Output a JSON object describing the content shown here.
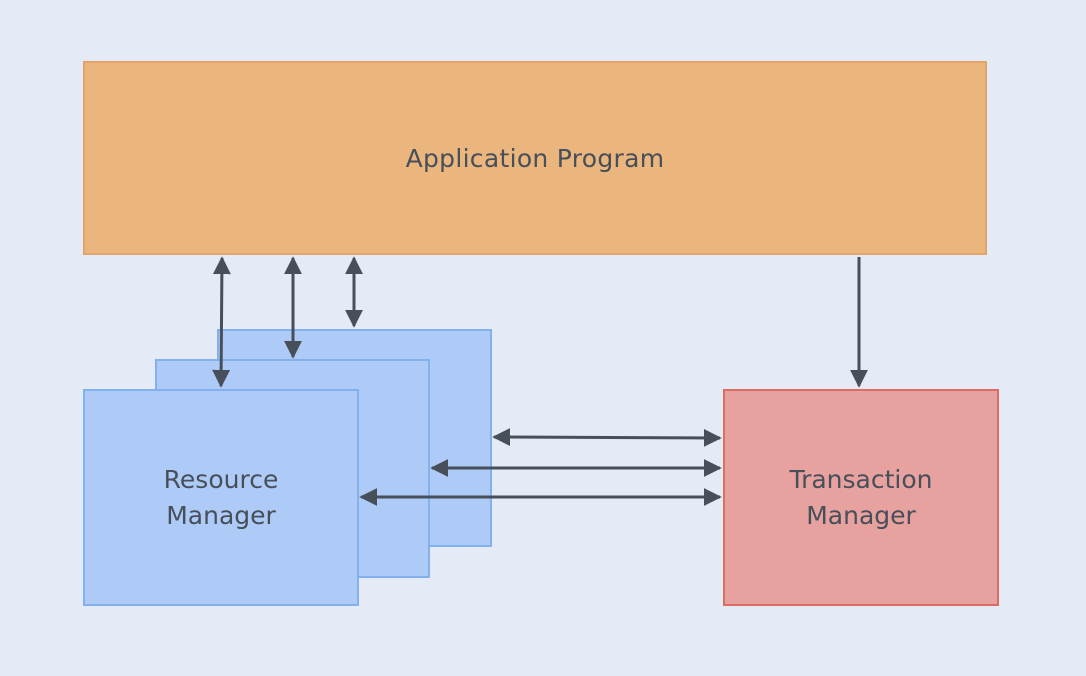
{
  "application_program": {
    "label": "Application Program"
  },
  "resource_manager": {
    "label": "Resource\nManager"
  },
  "transaction_manager": {
    "label": "Transaction\nManager"
  },
  "colors": {
    "background": "#e4eaf6",
    "application_fill": "#eab67d",
    "resource_fill": "#aecbf7",
    "transaction_fill": "#e7a19e",
    "arrow": "#474f5a"
  }
}
